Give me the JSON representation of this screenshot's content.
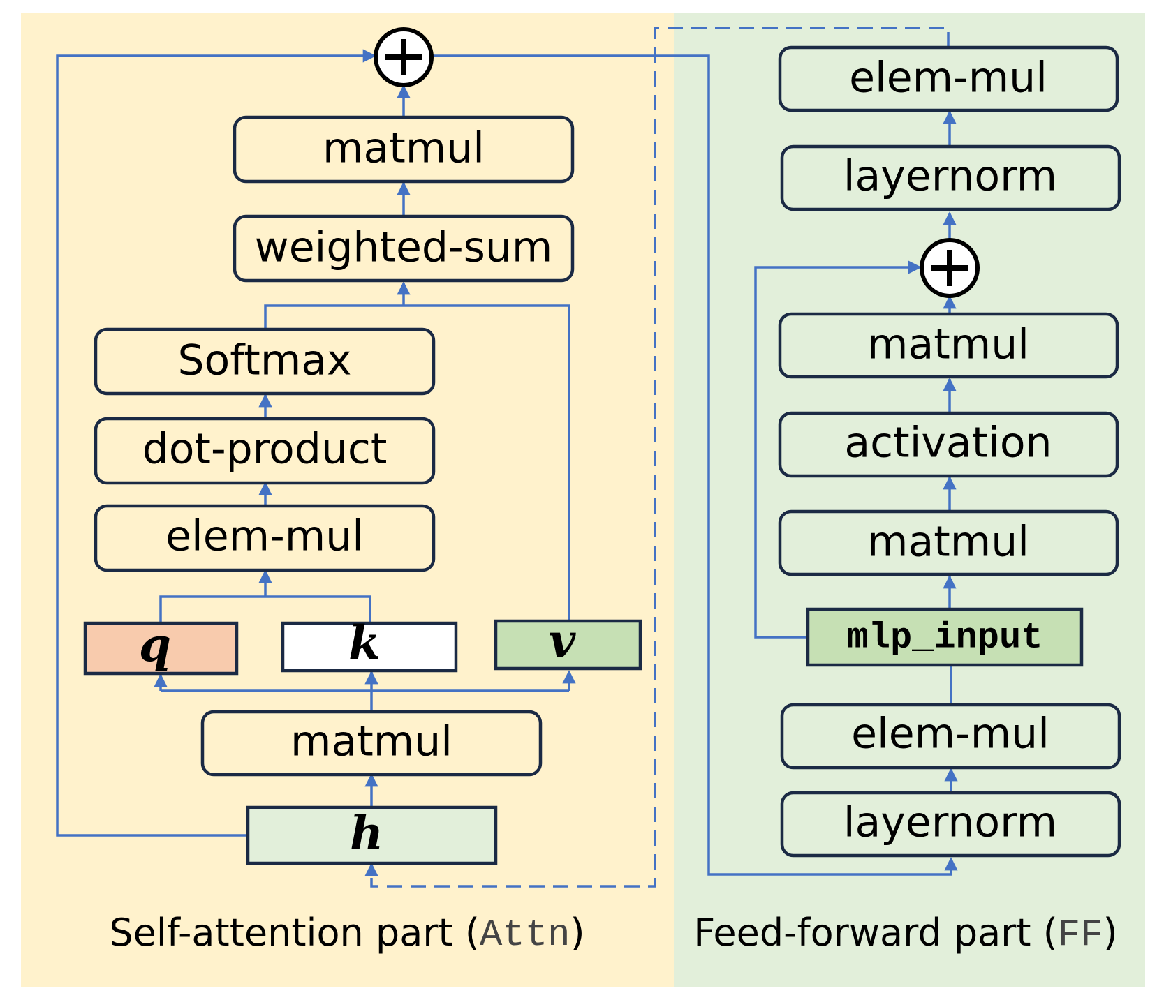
{
  "colors": {
    "attn_bg": "#fff2cc",
    "ff_bg": "#e2efda",
    "edge": "#4472c4",
    "node_stroke": "#1b2a44",
    "q_fill": "#f8cbad",
    "k_fill": "#ffffff",
    "v_fill": "#c6e0b4",
    "h_fill": "#e2efda",
    "mlp_input_fill": "#c6e0b4"
  },
  "attn": {
    "nodes": {
      "matmul_top": "matmul",
      "weighted_sum": "weighted-sum",
      "softmax": "Softmax",
      "dot_product": "dot-product",
      "elem_mul": "elem-mul",
      "q": "q",
      "k": "k",
      "v": "v",
      "matmul_bottom": "matmul",
      "h": "h"
    },
    "caption": {
      "text": "Self-attention part (",
      "code": "Attn",
      "close": ")"
    }
  },
  "ff": {
    "nodes": {
      "elem_mul_top": "elem-mul",
      "layernorm_top": "layernorm",
      "matmul_upper": "matmul",
      "activation": "activation",
      "matmul_lower": "matmul",
      "mlp_input": "mlp_input",
      "elem_mul_bottom": "elem-mul",
      "layernorm_bottom": "layernorm"
    },
    "caption": {
      "text": "Feed-forward part (",
      "code": "FF",
      "close": ")"
    }
  },
  "icons": {
    "add": "circle-plus-icon"
  }
}
